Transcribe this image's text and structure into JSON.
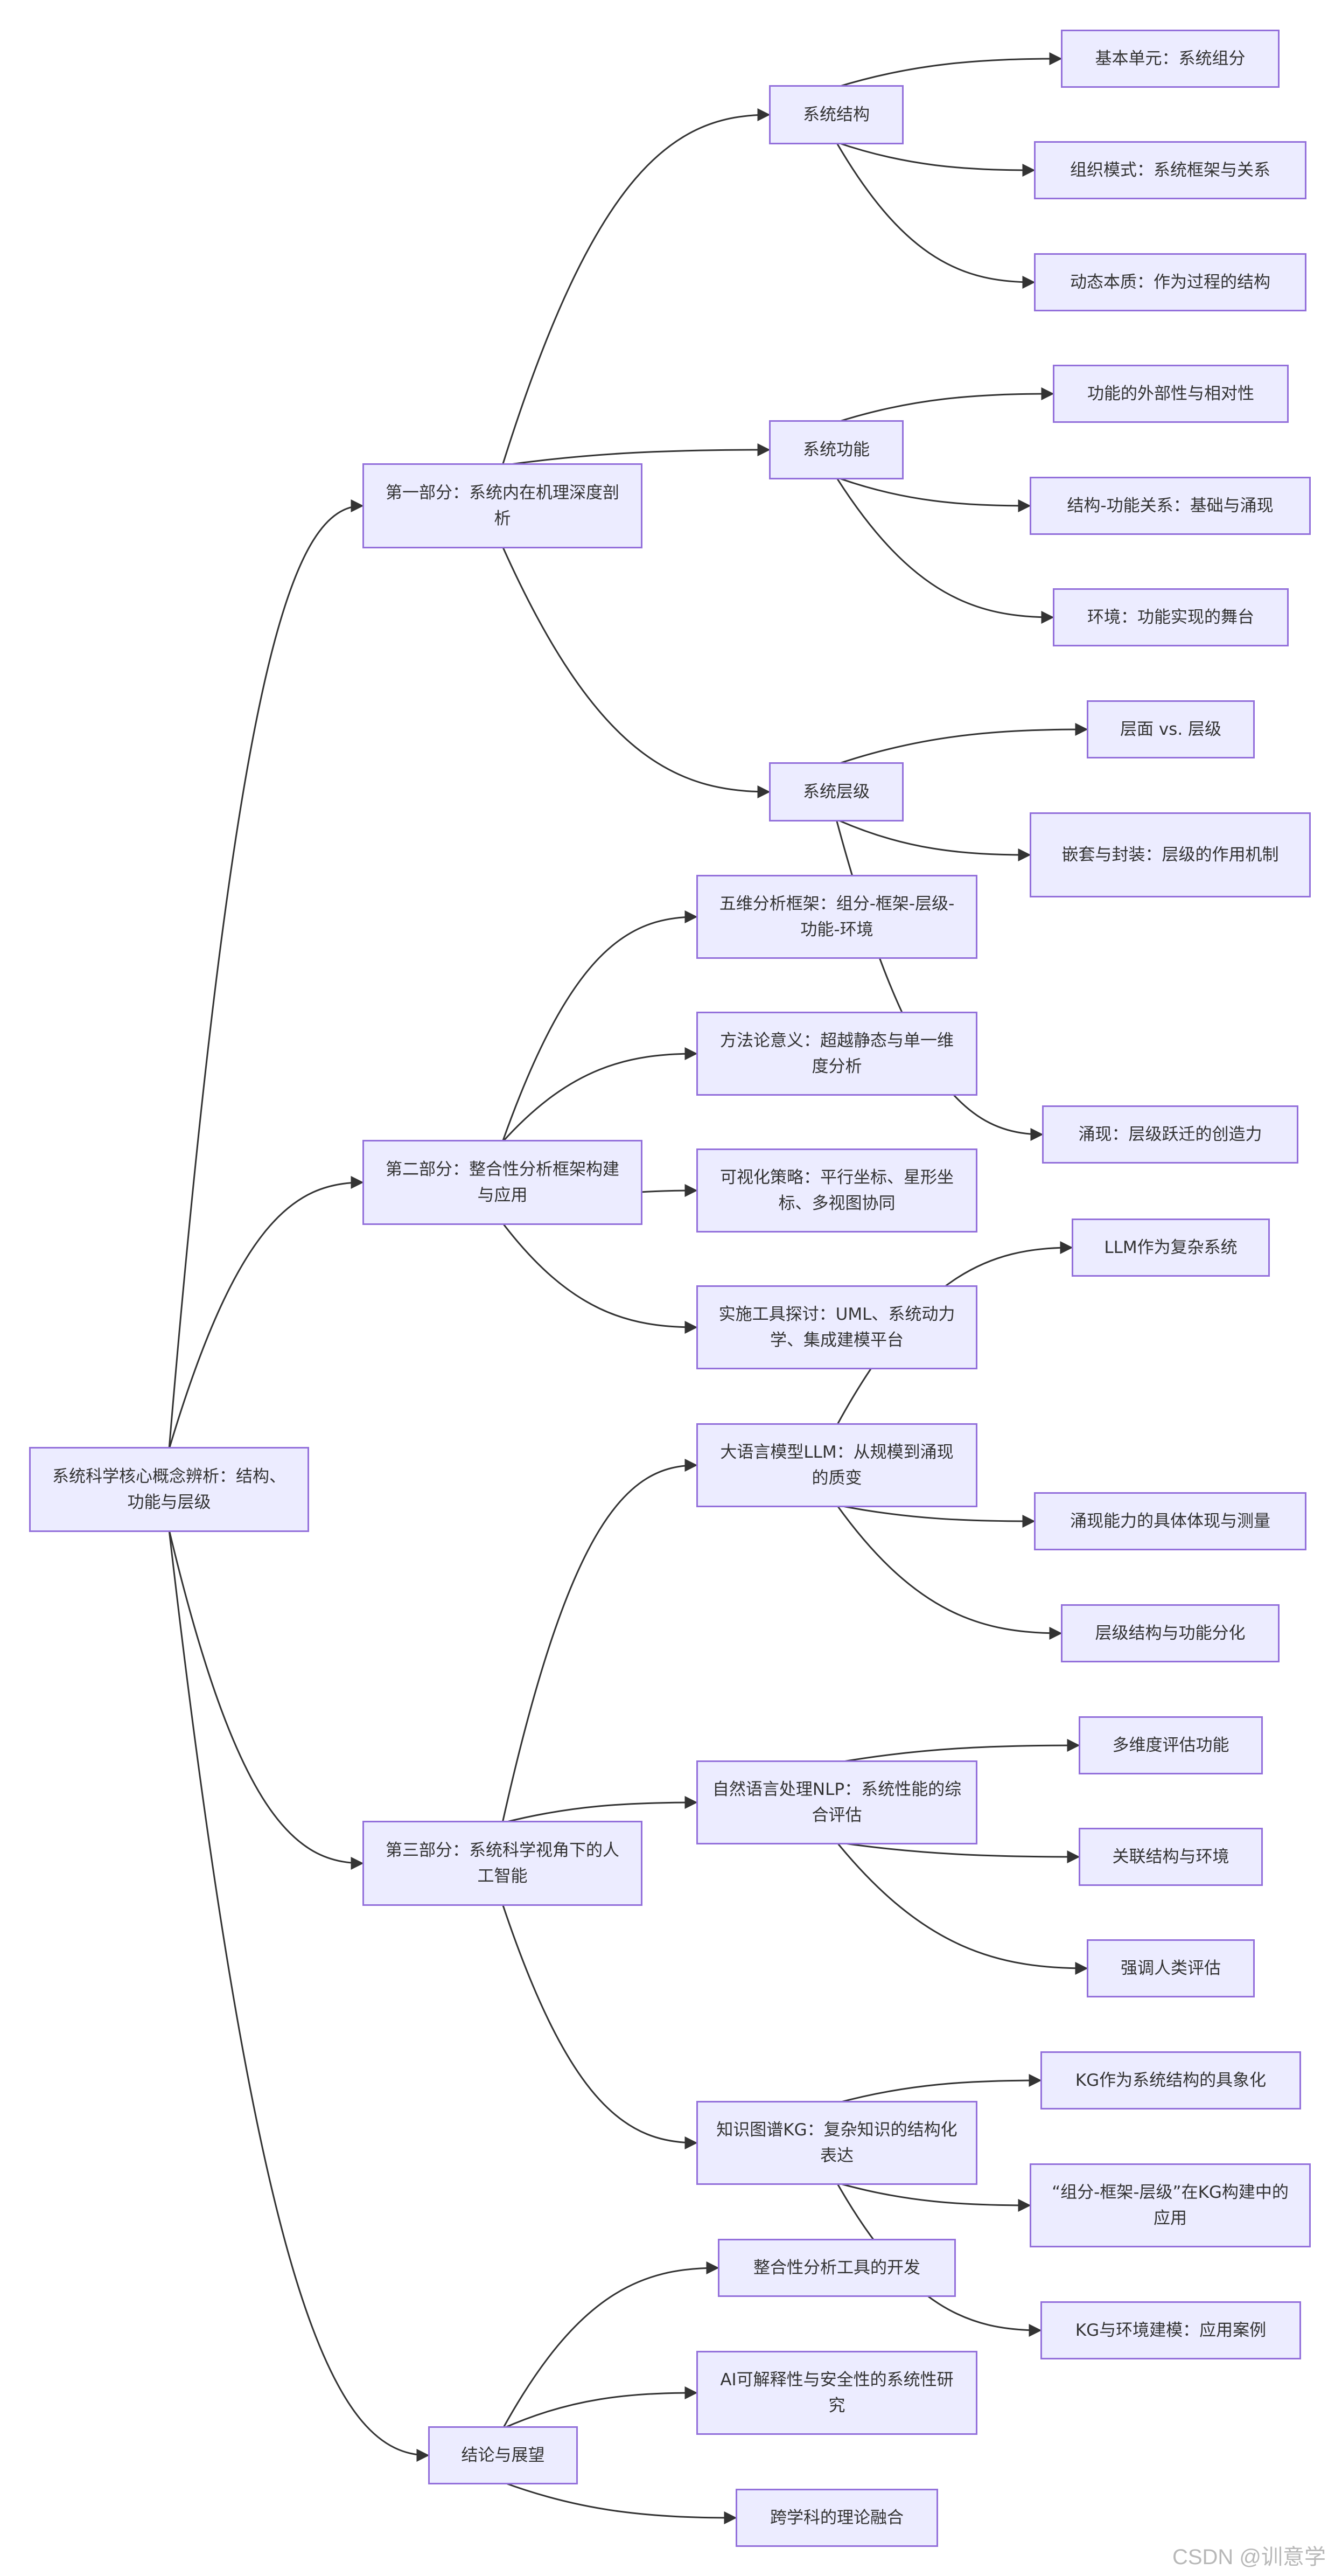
{
  "diagram": {
    "root": "系统科学核心概念辨析：结构、功能与层级",
    "part1": {
      "label": "第一部分：系统内在机理深度剖析",
      "structure": {
        "label": "系统结构",
        "items": [
          "基本单元：系统组分",
          "组织模式：系统框架与关系",
          "动态本质：作为过程的结构"
        ]
      },
      "function": {
        "label": "系统功能",
        "items": [
          "功能的外部性与相对性",
          "结构-功能关系：基础与涌现",
          "环境：功能实现的舞台"
        ]
      },
      "hierarchy": {
        "label": "系统层级",
        "items": [
          "层面 vs. 层级",
          "嵌套与封装：层级的作用机制",
          "涌现：层级跃迁的创造力"
        ]
      }
    },
    "part2": {
      "label": "第二部分：整合性分析框架构建与应用",
      "items": [
        "五维分析框架：组分-框架-层级-功能-环境",
        "方法论意义：超越静态与单一维度分析",
        "可视化策略：平行坐标、星形坐标、多视图协同",
        "实施工具探讨：UML、系统动力学、集成建模平台"
      ]
    },
    "part3": {
      "label": "第三部分：系统科学视角下的人工智能",
      "llm": {
        "label": "大语言模型LLM：从规模到涌现的质变",
        "items": [
          "LLM作为复杂系统",
          "涌现能力的具体体现与测量",
          "层级结构与功能分化"
        ]
      },
      "nlp": {
        "label": "自然语言处理NLP：系统性能的综合评估",
        "items": [
          "多维度评估功能",
          "关联结构与环境",
          "强调人类评估"
        ]
      },
      "kg": {
        "label": "知识图谱KG：复杂知识的结构化表达",
        "items": [
          "KG作为系统结构的具象化",
          "“组分-框架-层级”在KG构建中的应用",
          "KG与环境建模：应用案例"
        ]
      }
    },
    "conclusion": {
      "label": "结论与展望",
      "items": [
        "整合性分析工具的开发",
        "AI可解释性与安全性的系统性研究",
        "跨学科的理论融合"
      ]
    }
  },
  "watermark": "CSDN @训意学",
  "colors": {
    "node_fill": "#ececff",
    "node_border": "#9370db",
    "edge": "#333333",
    "text": "#333333"
  }
}
